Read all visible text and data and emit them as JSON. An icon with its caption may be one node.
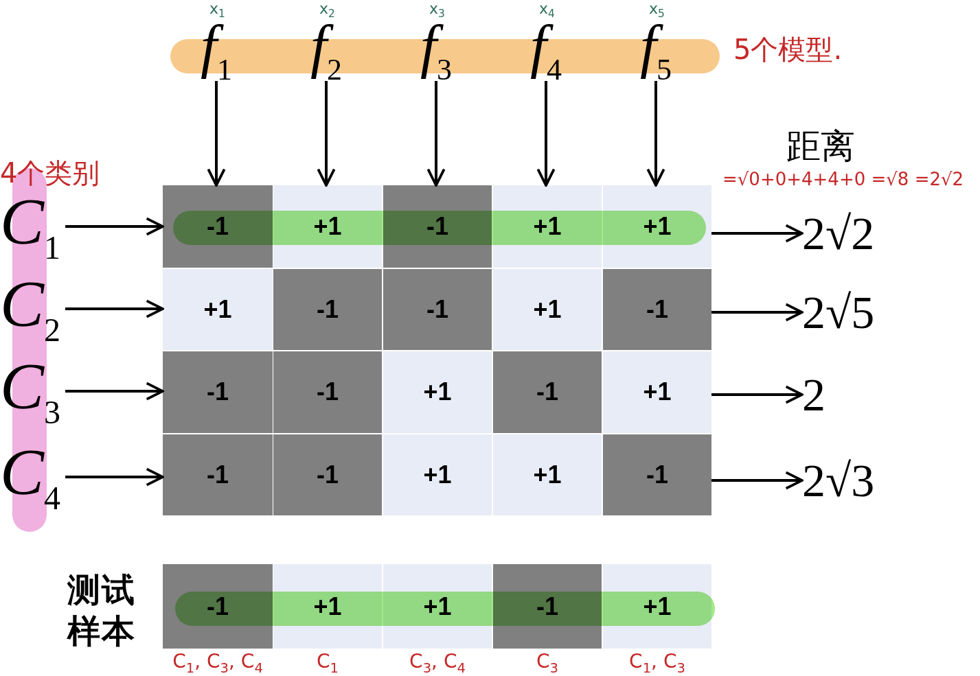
{
  "diagram": {
    "nodes": [
      {
        "text": [
          "*f*$_{1}$"
        ],
        "beside": [
          "x$_{1}$"
        ]
      },
      {
        "text": [
          "*f*$_{2}$"
        ],
        "beside": [
          "x$_{2}$"
        ]
      },
      {
        "text": [
          "*f*$_{3}$"
        ],
        "beside": [
          "x$_{3}$"
        ]
      },
      {
        "text": [
          "*f*$_{4}$"
        ],
        "beside": [
          "x$_{4}$"
        ]
      },
      {
        "text": [
          "*f*$_{5}$"
        ],
        "beside": [
          "x$_{5}$"
        ]
      },
      {
        "text": [
          "*C*$_{1}$"
        ]
      },
      {
        "text": [
          "*C*$_{2}$"
        ]
      },
      {
        "text": [
          "*C*$_{3}$"
        ]
      },
      {
        "text": [
          "*C*$_{4}$"
        ]
      },
      {
        "text": [
          "-1"
        ]
      },
      {
        "text": [
          "+1"
        ]
      },
      {
        "text": [
          "-1"
        ]
      },
      {
        "text": [
          "+1"
        ]
      },
      {
        "text": [
          "+1"
        ]
      },
      {
        "text": [
          "+1"
        ]
      },
      {
        "text": [
          "-1"
        ]
      },
      {
        "text": [
          "-1"
        ]
      },
      {
        "text": [
          "+1"
        ]
      },
      {
        "text": [
          "-1"
        ]
      },
      {
        "text": [
          "-1"
        ]
      },
      {
        "text": [
          "-1"
        ]
      },
      {
        "text": [
          "+1"
        ]
      },
      {
        "text": [
          "-1"
        ]
      },
      {
        "text": [
          "+1"
        ]
      },
      {
        "text": [
          "-1"
        ]
      },
      {
        "text": [
          "-1"
        ]
      },
      {
        "text": [
          "+1"
        ]
      },
      {
        "text": [
          "+1"
        ]
      },
      {
        "text": [
          "-1"
        ]
      },
      {
        "text": [
          "2√2"
        ]
      },
      {
        "text": [
          "2√5"
        ]
      },
      {
        "text": [
          "2"
        ]
      },
      {
        "text": [
          "2√3"
        ]
      },
      {
        "text": [
          "-1"
        ],
        "beside": [
          "C$_{1}$, C$_{3}$, C$_{4}$"
        ]
      },
      {
        "text": [
          "+1"
        ],
        "beside": [
          "C$_{1}$"
        ]
      },
      {
        "text": [
          "+1"
        ],
        "beside": [
          "C$_{3}$, C$_{4}$"
        ]
      },
      {
        "text": [
          "-1"
        ],
        "beside": [
          "C$_{3}$"
        ]
      },
      {
        "text": [
          "+1"
        ],
        "beside": [
          "C$_{1}$, C$_{3}$"
        ]
      }
    ],
    "edges": [
      {
        "from": 0,
        "to": 9,
        "arrow": "to"
      },
      {
        "from": 1,
        "to": 10,
        "arrow": "to"
      },
      {
        "from": 2,
        "to": 11,
        "arrow": "to"
      },
      {
        "from": 3,
        "to": 12,
        "arrow": "to"
      },
      {
        "from": 4,
        "to": 13,
        "arrow": "to"
      },
      {
        "from": 5,
        "to": 9,
        "arrow": "to"
      },
      {
        "from": 6,
        "to": 14,
        "arrow": "to"
      },
      {
        "from": 7,
        "to": 19,
        "arrow": "to"
      },
      {
        "from": 8,
        "to": 24,
        "arrow": "to"
      },
      {
        "from": 13,
        "to": 29,
        "arrow": "to"
      },
      {
        "from": 18,
        "to": 30,
        "arrow": "to"
      },
      {
        "from": 23,
        "to": 31,
        "arrow": "to"
      },
      {
        "from": 28,
        "to": 32,
        "arrow": "to"
      }
    ],
    "labels": [
      "5个模型.",
      "4个类别",
      "距离",
      "=√0+0+4+4+0 =√8 =2√2",
      "测试样本"
    ]
  }
}
